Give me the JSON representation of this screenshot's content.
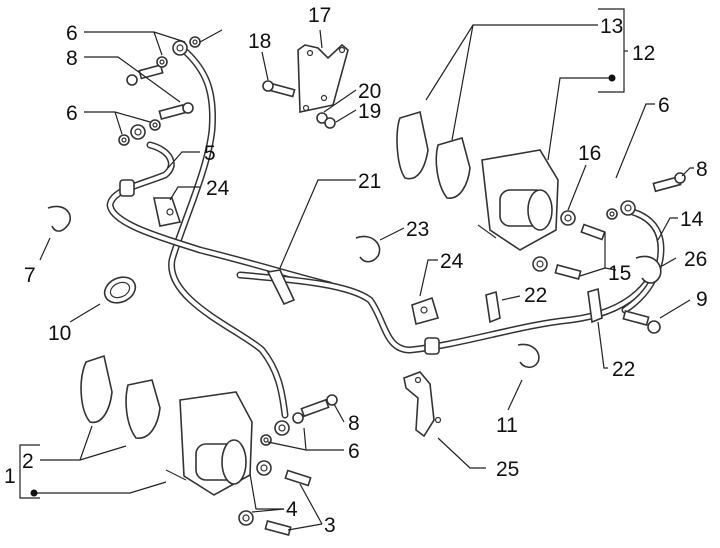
{
  "diagram": {
    "title": "",
    "type": "exploded-parts-diagram",
    "subject": "brake calipers and hoses",
    "callouts": [
      {
        "id": "c1",
        "label": "1"
      },
      {
        "id": "c2",
        "label": "2"
      },
      {
        "id": "c3",
        "label": "3"
      },
      {
        "id": "c4",
        "label": "4"
      },
      {
        "id": "c5",
        "label": "5"
      },
      {
        "id": "c6a",
        "label": "6"
      },
      {
        "id": "c6b",
        "label": "6"
      },
      {
        "id": "c6c",
        "label": "6"
      },
      {
        "id": "c6d",
        "label": "6"
      },
      {
        "id": "c7",
        "label": "7"
      },
      {
        "id": "c8a",
        "label": "8"
      },
      {
        "id": "c8b",
        "label": "8"
      },
      {
        "id": "c8c",
        "label": "8"
      },
      {
        "id": "c9",
        "label": "9"
      },
      {
        "id": "c10",
        "label": "10"
      },
      {
        "id": "c11",
        "label": "11"
      },
      {
        "id": "c12",
        "label": "12"
      },
      {
        "id": "c13",
        "label": "13"
      },
      {
        "id": "c14",
        "label": "14"
      },
      {
        "id": "c15",
        "label": "15"
      },
      {
        "id": "c16",
        "label": "16"
      },
      {
        "id": "c17",
        "label": "17"
      },
      {
        "id": "c18",
        "label": "18"
      },
      {
        "id": "c19",
        "label": "19"
      },
      {
        "id": "c20",
        "label": "20"
      },
      {
        "id": "c21",
        "label": "21"
      },
      {
        "id": "c22a",
        "label": "22"
      },
      {
        "id": "c22b",
        "label": "22"
      },
      {
        "id": "c23",
        "label": "23"
      },
      {
        "id": "c24a",
        "label": "24"
      },
      {
        "id": "c24b",
        "label": "24"
      },
      {
        "id": "c25",
        "label": "25"
      },
      {
        "id": "c26",
        "label": "26"
      }
    ]
  }
}
